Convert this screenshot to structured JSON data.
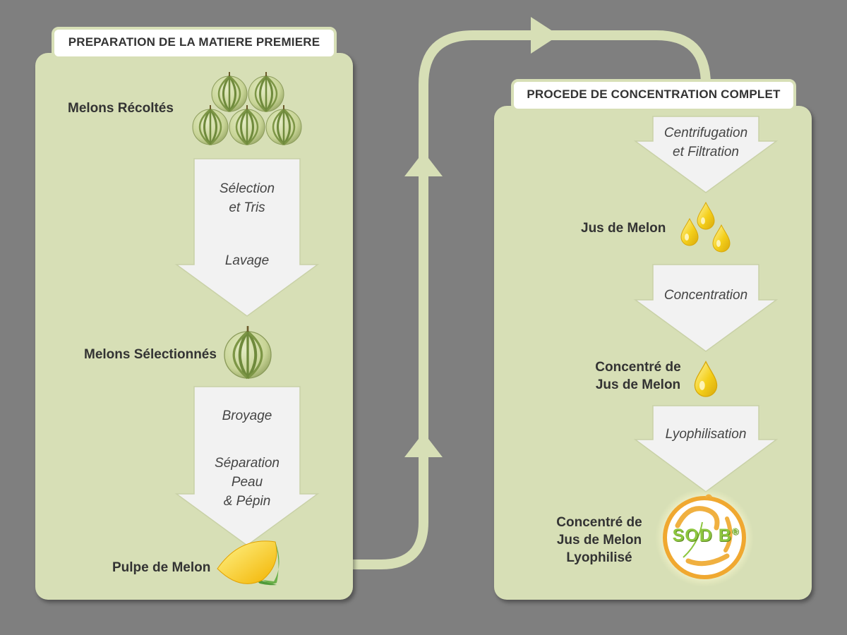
{
  "left_panel": {
    "header": "PREPARATION DE LA MATIERE PREMIERE",
    "nodes": {
      "harvested": "Melons Récoltés",
      "selected": "Melons Sélectionnés",
      "pulp": "Pulpe de Melon"
    },
    "steps": {
      "selection_line1": "Sélection",
      "selection_line2": "et Tris",
      "washing": "Lavage",
      "crushing": "Broyage",
      "separation_line1": "Séparation",
      "separation_line2": "Peau",
      "separation_line3": "& Pépin"
    }
  },
  "right_panel": {
    "header": "PROCEDE DE CONCENTRATION COMPLET",
    "steps": {
      "centrifugation_line1": "Centrifugation",
      "centrifugation_line2": "et Filtration",
      "concentration": "Concentration",
      "lyophilisation": "Lyophilisation"
    },
    "nodes": {
      "juice": "Jus de Melon",
      "concentrate_line1": "Concentré de",
      "concentrate_line2": "Jus de Melon",
      "freeze_dried_line1": "Concentré de",
      "freeze_dried_line2": "Jus de Melon",
      "freeze_dried_line3": "Lyophilisé"
    },
    "logo": {
      "text": "SOD B",
      "mark": "®"
    }
  },
  "colors": {
    "background": "#7f7f7f",
    "panel": "#d7dfb6",
    "arrow_fill": "#f2f2f2",
    "drop_yellow": "#f4cf1b",
    "logo_orange": "#f0a830"
  },
  "icons": [
    "melon-icon",
    "melon-slice-icon",
    "juice-drop-icon",
    "sodb-logo-icon"
  ]
}
